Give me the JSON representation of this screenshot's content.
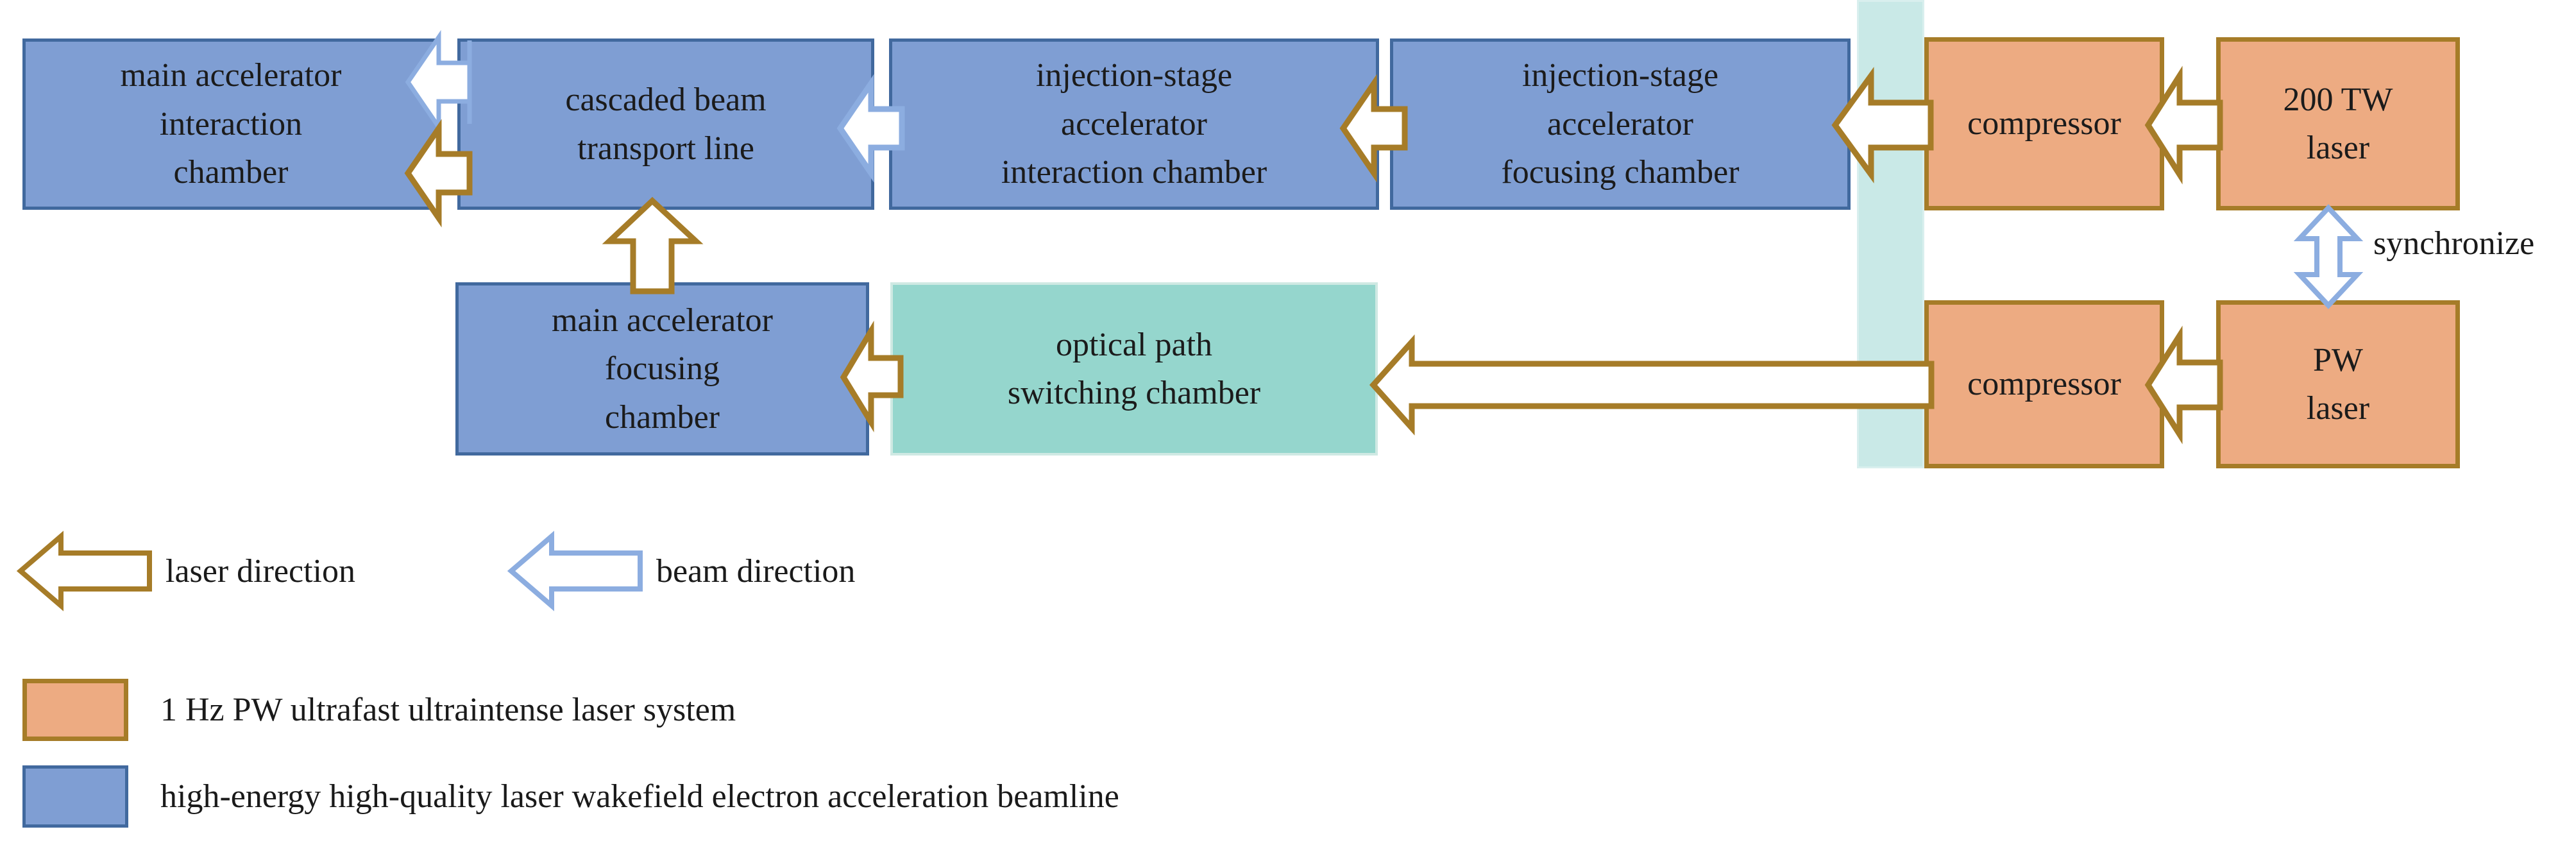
{
  "diagram": {
    "title": "laser wakefield accelerator beamline schematic",
    "colors": {
      "blue_fill": "#7f9ed3",
      "blue_stroke": "#41699e",
      "orange_fill": "#edab82",
      "orange_stroke": "#a67c28",
      "teal_fill": "#95d6cd",
      "wall_fill": "#c9e9e7",
      "laser_arrow": "#a67c28",
      "beam_arrow": "#8cade0"
    },
    "boxes": [
      {
        "id": "main-accelerator-interaction-chamber",
        "lines": [
          "main accelerator",
          "interaction",
          "chamber"
        ],
        "kind": "blue"
      },
      {
        "id": "cascaded-beam-transport-line",
        "lines": [
          "cascaded beam",
          "transport line"
        ],
        "kind": "blue"
      },
      {
        "id": "injection-stage-accelerator-interaction-chamber",
        "lines": [
          "injection-stage",
          "accelerator",
          "interaction chamber"
        ],
        "kind": "blue"
      },
      {
        "id": "injection-stage-accelerator-focusing-chamber",
        "lines": [
          "injection-stage",
          "accelerator",
          "focusing chamber"
        ],
        "kind": "blue"
      },
      {
        "id": "compressor-top",
        "lines": [
          "compressor"
        ],
        "kind": "orange"
      },
      {
        "id": "tw-laser",
        "lines": [
          "200 TW",
          "laser"
        ],
        "kind": "orange"
      },
      {
        "id": "main-accelerator-focusing-chamber",
        "lines": [
          "main accelerator",
          "focusing",
          "chamber"
        ],
        "kind": "blue"
      },
      {
        "id": "optical-path-switching-chamber",
        "lines": [
          "optical path",
          "switching chamber"
        ],
        "kind": "teal"
      },
      {
        "id": "compressor-bottom",
        "lines": [
          "compressor"
        ],
        "kind": "orange"
      },
      {
        "id": "pw-laser",
        "lines": [
          "PW",
          "laser"
        ],
        "kind": "orange"
      }
    ],
    "annotations": {
      "synchronize": "synchronize"
    }
  },
  "legend": {
    "arrows": [
      {
        "id": "laser-direction",
        "label": "laser direction",
        "color": "#a67c28"
      },
      {
        "id": "beam-direction",
        "label": "beam direction",
        "color": "#8cade0"
      }
    ],
    "swatches": [
      {
        "id": "pw-laser-system",
        "label": "1 Hz PW ultrafast ultraintense laser system",
        "color": "#edab82"
      },
      {
        "id": "lwfa-beamline",
        "label": "high-energy high-quality laser wakefield electron acceleration beamline",
        "color": "#7f9ed3"
      }
    ]
  }
}
